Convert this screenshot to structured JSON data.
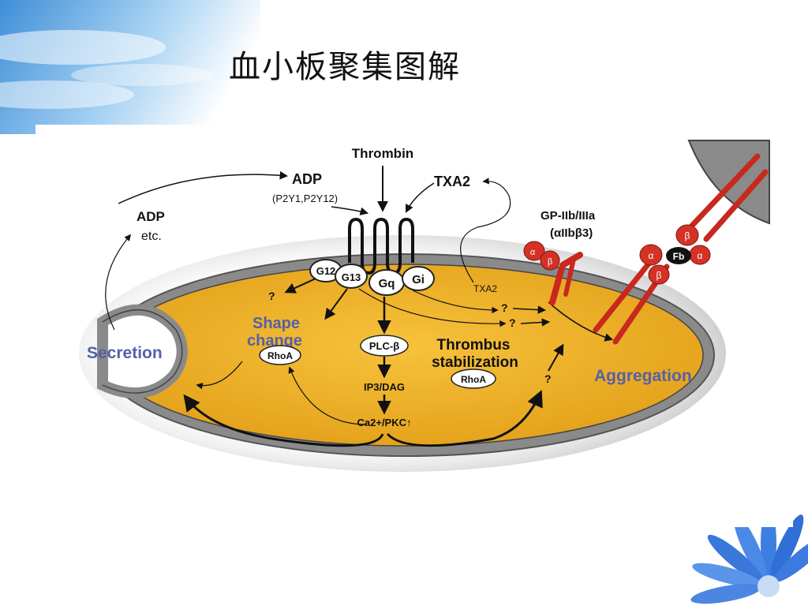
{
  "slide": {
    "title": "血小板聚集图解"
  },
  "diagram": {
    "labels": {
      "thrombin": "Thrombin",
      "adp_top": "ADP",
      "adp_top_receptors": "(P2Y1,P2Y12)",
      "txa2_top": "TXA2",
      "adp_left": "ADP",
      "adp_left_sub": "etc.",
      "gp_title": "GP-IIb/IIIa",
      "gp_sub": "(αIIbβ3)",
      "g1213_a": "G12",
      "g1213_b": "G13",
      "gq": "Gq",
      "gi": "Gi",
      "txa2_inner": "TXA2",
      "q1": "?",
      "q2": "?",
      "q3": "?",
      "q4": "?",
      "shape_change_1": "Shape",
      "shape_change_2": "change",
      "rhoa_left": "RhoA",
      "plc": "PLC-β",
      "ip3dag": "IP3/DAG",
      "ca_pkc": "Ca2+/PKC↑",
      "thrombus_1": "Thrombus",
      "thrombus_2": "stabilization",
      "rhoa_right": "RhoA",
      "secretion": "Secretion",
      "aggregation": "Aggregation",
      "alpha": "α",
      "beta": "β",
      "fb": "Fb"
    }
  }
}
